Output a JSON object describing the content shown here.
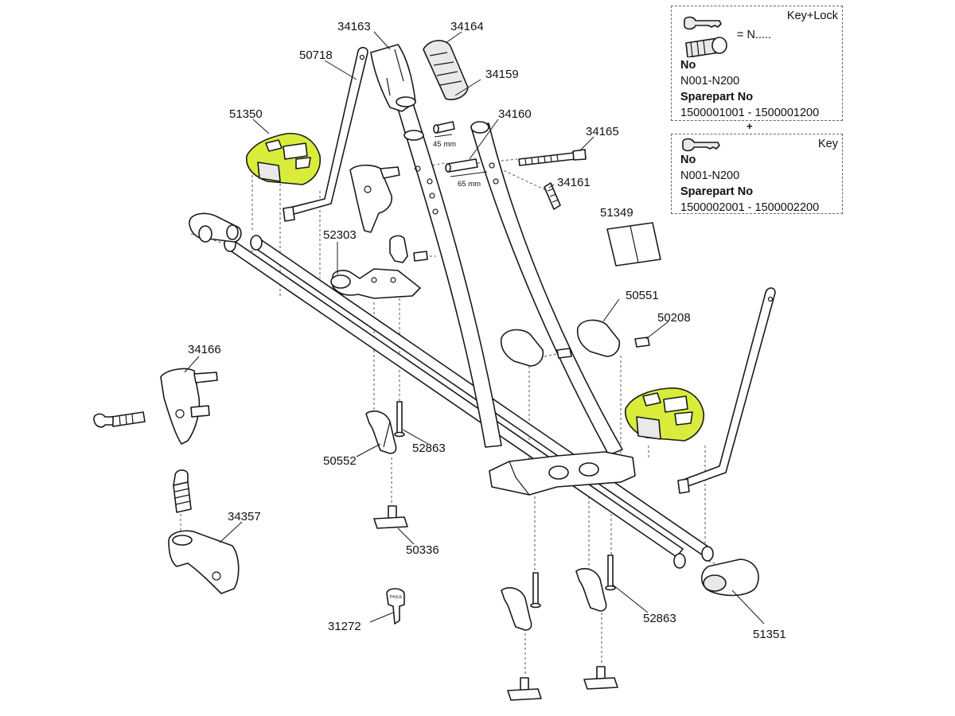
{
  "parts": {
    "p34163": "34163",
    "p34164": "34164",
    "p50718": "50718",
    "p34159": "34159",
    "p34160": "34160",
    "p34165": "34165",
    "p51350": "51350",
    "p34161": "34161",
    "p51349": "51349",
    "p52303": "52303",
    "p50551": "50551",
    "p50208": "50208",
    "p34166": "34166",
    "p50552": "50552",
    "p52863a": "52863",
    "p34357": "34357",
    "p50336": "50336",
    "p31272": "31272",
    "p52863b": "52863",
    "p51351": "51351"
  },
  "dimensions": {
    "d45": "45 mm",
    "d65": "65 mm"
  },
  "key_lock_box": {
    "corner_label": "Key+Lock",
    "equals_text": "= N.....",
    "no_label": "No",
    "no_value": "N001-N200",
    "sparepart_label": "Sparepart No",
    "sparepart_value": "1500001001 - 1500001200"
  },
  "plus_sign": "+",
  "key_box": {
    "corner_label": "Key",
    "no_label": "No",
    "no_value": "N001-N200",
    "sparepart_label": "Sparepart No",
    "sparepart_value": "1500002001 - 1500002200"
  },
  "colors": {
    "highlight": "#d9ec3c",
    "line": "#1a1a1a"
  },
  "key_brand": "THULE"
}
